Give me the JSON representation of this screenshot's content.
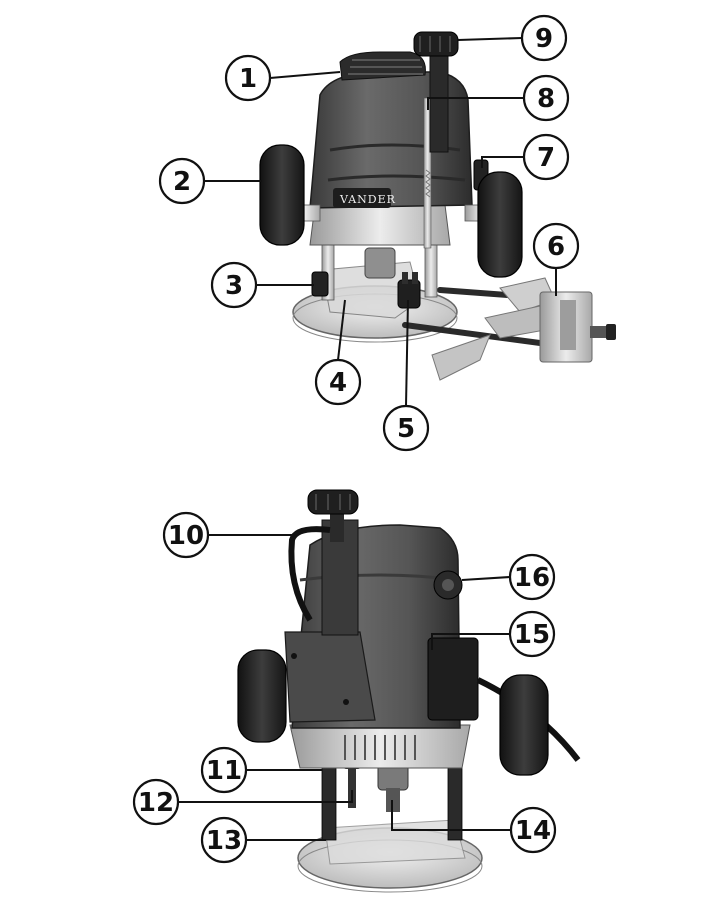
{
  "brand": "VANDER",
  "callouts": [
    {
      "id": 1,
      "label": "1"
    },
    {
      "id": 2,
      "label": "2"
    },
    {
      "id": 3,
      "label": "3"
    },
    {
      "id": 4,
      "label": "4"
    },
    {
      "id": 5,
      "label": "5"
    },
    {
      "id": 6,
      "label": "6"
    },
    {
      "id": 7,
      "label": "7"
    },
    {
      "id": 8,
      "label": "8"
    },
    {
      "id": 9,
      "label": "9"
    },
    {
      "id": 10,
      "label": "10"
    },
    {
      "id": 11,
      "label": "11"
    },
    {
      "id": 12,
      "label": "12"
    },
    {
      "id": 13,
      "label": "13"
    },
    {
      "id": 14,
      "label": "14"
    },
    {
      "id": 15,
      "label": "15"
    },
    {
      "id": 16,
      "label": "16"
    }
  ],
  "colors": {
    "body": "#5a5a5a",
    "body_dark": "#2e2e2e",
    "handle": "#1e1e1e",
    "metal": "#c8c8c8",
    "metal_light": "#e4e4e4",
    "outline": "#111111"
  }
}
